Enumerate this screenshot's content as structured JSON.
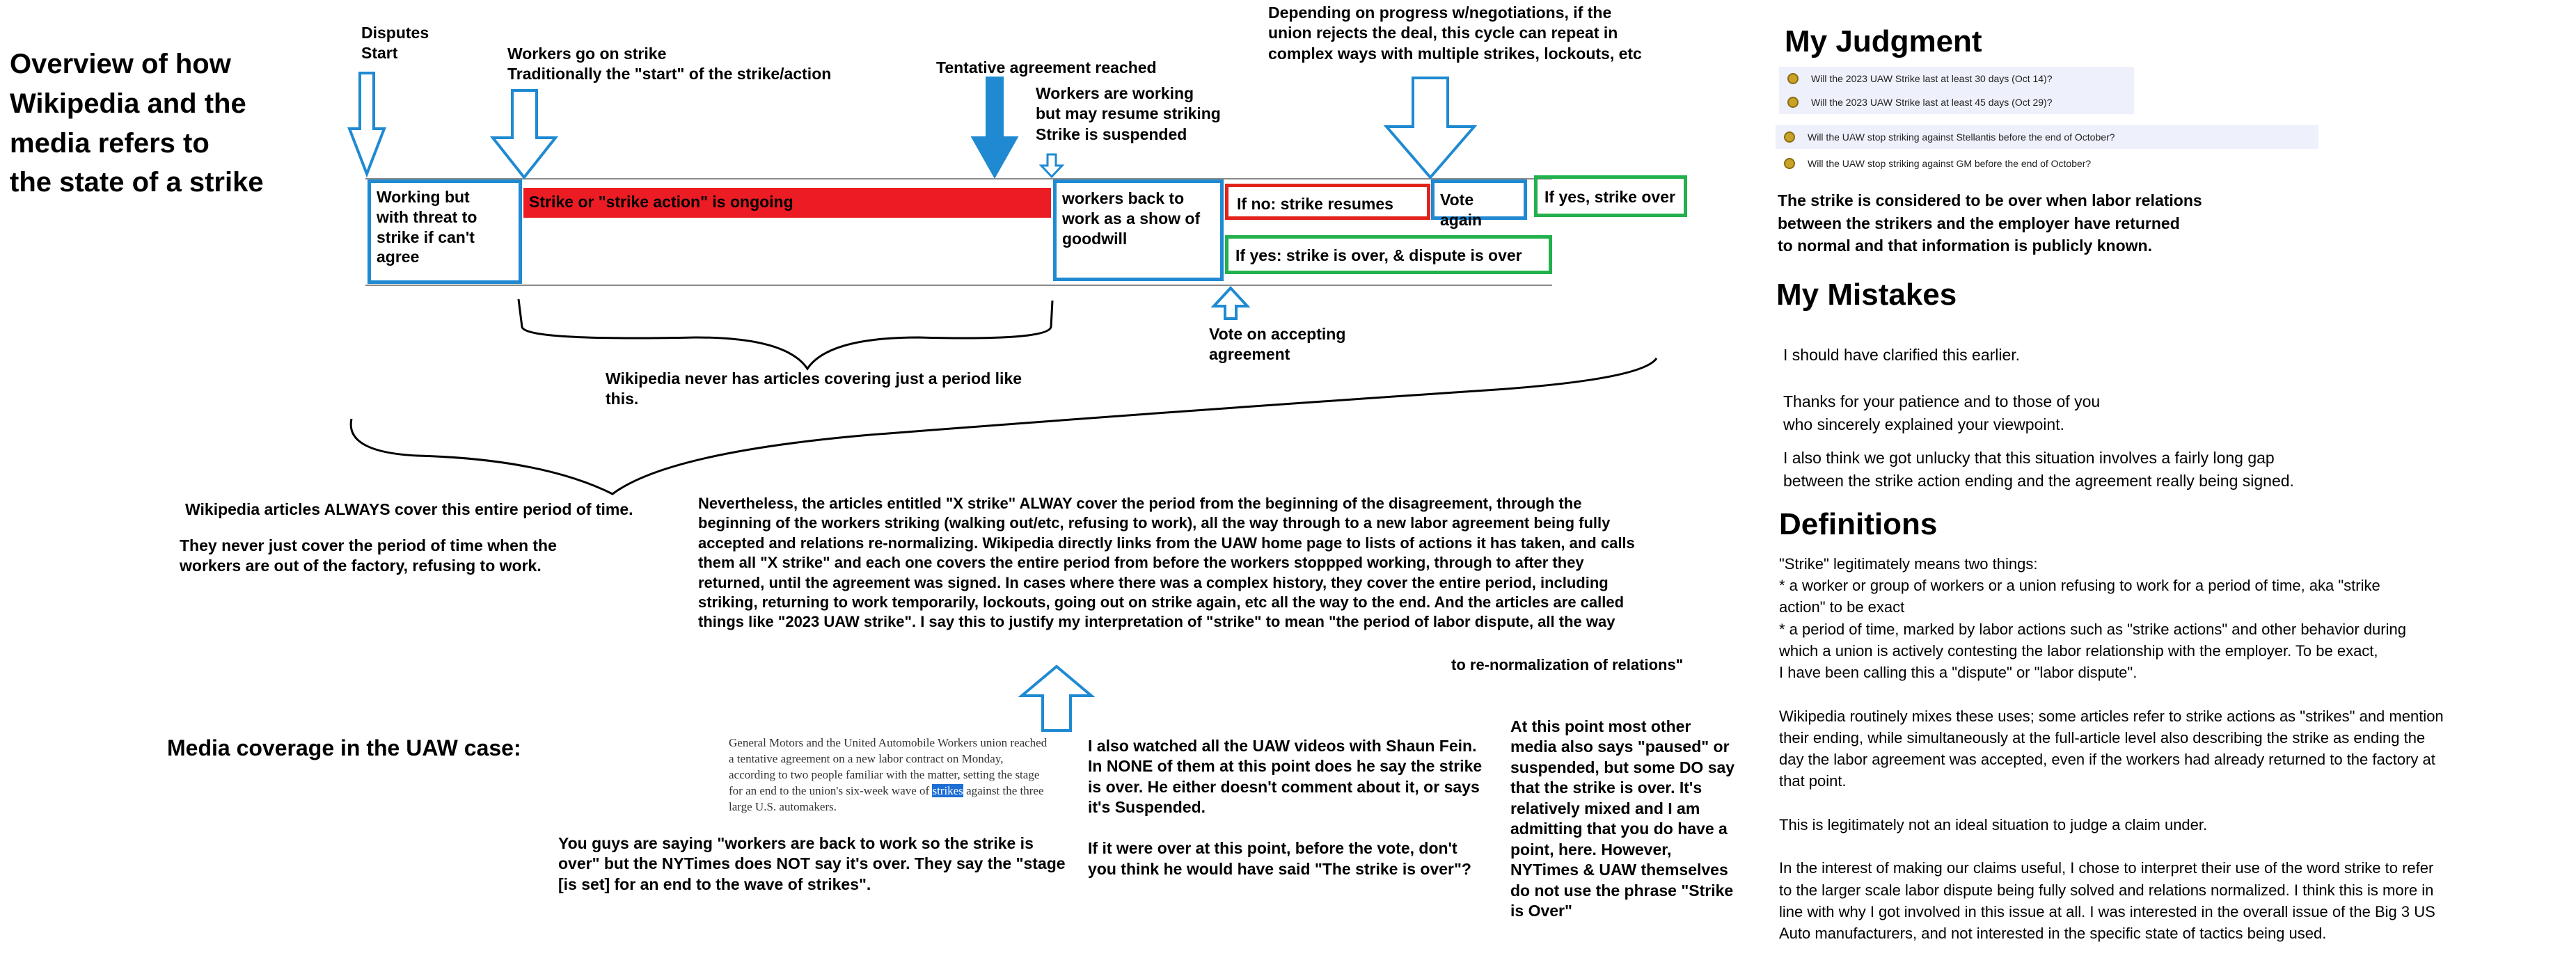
{
  "colors": {
    "accent_blue": "#1f8ad2",
    "strike_red": "#ec1c24",
    "resume_red": "#e2231a",
    "green": "#22b14c",
    "highlight": "#1c6ed5",
    "question_bg": "#eef0fb"
  },
  "main": {
    "title": "Overview of how\nWikipedia and the\nmedia refers to\nthe state of a strike"
  },
  "timeline": {
    "markers": {
      "disputes_start": "Disputes\nStart",
      "workers_go_on_strike": "Workers go on strike\nTraditionally the \"start\" of the strike/action",
      "tentative_agreement": "Tentative agreement reached",
      "working_may_resume": "Workers are working\nbut may resume striking\nStrike is suspended",
      "depending_on_progress": "Depending on progress w/negotiations, if the\nunion rejects the deal, this cycle can repeat in\ncomplex ways with multiple strikes, lockouts, etc",
      "vote_on_agreement": "Vote on accepting\nagreement"
    },
    "boxes": {
      "working_with_threat": "Working but\nwith threat to\nstrike if can't\nagree",
      "strike_ongoing": "Strike or \"strike action\" is ongoing",
      "back_to_work": "workers back to\nwork as a show of\ngoodwill",
      "if_no": "If no: strike resumes",
      "vote_again": "Vote again",
      "if_yes_strike_over": "If yes, strike over",
      "if_yes_dispute_over": "If yes: strike is over, & dispute is over"
    },
    "notes": {
      "never_has_articles": "Wikipedia never has articles covering just a period like\nthis.",
      "always_cover": "Wikipedia articles ALWAYS cover this entire period of time.",
      "never_just_cover": "They never just cover the period of time when the\nworkers are out of the factory, refusing to work."
    }
  },
  "nevertheless_paragraph": "Nevertheless, the articles entitled \"X strike\" ALWAY cover the period from the beginning of the disagreement, through the\nbeginning of the workers striking (walking out/etc, refusing to work), all the way through to a new labor agreement being fully\naccepted and relations re-normalizing.  Wikipedia directly links from the UAW home page to lists of actions it has taken, and calls\nthem all \"X strike\" and each one covers the entire period from before the workers stoppped working, through to after they\nreturned, until the agreement was signed.  In cases where there was a complex history, they cover the entire period, including\nstriking, returning to work temporarily, lockouts, going out on strike again, etc all the way to the end. And the articles are called\nthings like \"2023 UAW strike\".  I say this to justify my interpretation of \"strike\" to mean \"the period of labor dispute, all the way",
  "nevertheless_last_line": "to re-normalization of relations\"",
  "media": {
    "heading": "Media coverage in the UAW case:",
    "nyt_quote": {
      "before": "General Motors and the United Automobile Workers union reached\na tentative agreement on a new labor contract on Monday,\naccording to two people familiar with the matter, setting the stage\nfor an end to the union's six-week wave of ",
      "highlight": "strikes",
      "after": " against the three\nlarge U.S. automakers."
    },
    "you_guys_saying": "You guys are saying \"workers are back to work so the strike is\nover\" but the NYTimes does NOT say it's over. They say the \"stage\n[is set] for an end to the wave of strikes\".",
    "shaun_fein": "I also watched all the UAW videos with Shaun Fein.\nIn NONE of them at this point does he say the strike\nis over. He either doesn't comment about it, or says\nit's Suspended.\n\nIf it were over at this point, before the vote, don't\nyou think he would have said \"The strike is over\"?",
    "other_media": "At this point most other\nmedia also says \"paused\" or\nsuspended, but some DO say\nthat the strike is over. It's\nrelatively mixed and I am\nadmitting that you do have a\npoint, here.  However,\nNYTimes & UAW themselves\ndo not use the phrase \"Strike\nis Over\""
  },
  "right_panel": {
    "judgment_heading": "My Judgment",
    "questions": [
      {
        "icon": "coin-icon",
        "text": "Will the 2023 UAW Strike last at least 30 days (Oct 14)?"
      },
      {
        "icon": "coin-icon",
        "text": "Will the 2023 UAW Strike last at least 45 days (Oct 29)?"
      },
      {
        "icon": "coin-icon",
        "text": "Will the UAW stop striking against Stellantis before the end of October?"
      },
      {
        "icon": "coin-icon",
        "text": "Will the UAW stop striking against GM before the end of October?"
      }
    ],
    "judgment_text": "The strike is considered to be over when labor relations\nbetween the strikers and the employer have returned\nto normal and that information is publicly known.",
    "mistakes_heading": "My Mistakes",
    "mistakes_1": "I should have clarified this earlier.",
    "mistakes_2": "Thanks for your patience and to those of you\nwho sincerely explained your viewpoint.",
    "mistakes_3": "I also think we got unlucky that this situation involves a fairly long gap\nbetween the strike action ending and the agreement really being signed.",
    "definitions_heading": "Definitions",
    "definitions_text": "\"Strike\" legitimately means two things:\n* a worker or group of workers or a union refusing to work for a period of time, aka \"strike\naction\" to be exact\n* a period of time, marked by labor actions such as \"strike actions\" and other behavior during\nwhich a union is actively contesting the labor relationship with the employer.  To be exact,\nI have been calling this a \"dispute\" or \"labor dispute\".\n\nWikipedia routinely mixes these uses; some articles refer to strike actions as \"strikes\" and mention\ntheir ending, while simultaneously at the full-article level also describing the strike as ending the\nday the labor agreement was accepted, even if the workers had already returned to the factory at\nthat point.\n\nThis is legitimately not an ideal situation to judge a claim under.\n\nIn the interest of making our claims useful, I chose to interpret their use of the word strike to refer\nto the larger scale labor dispute being fully solved and relations normalized. I think this is more in\nline with why I got involved in this issue at all. I was interested in the overall issue of the Big 3 US\nAuto manufacturers, and not interested in the specific state of tactics being used."
  }
}
